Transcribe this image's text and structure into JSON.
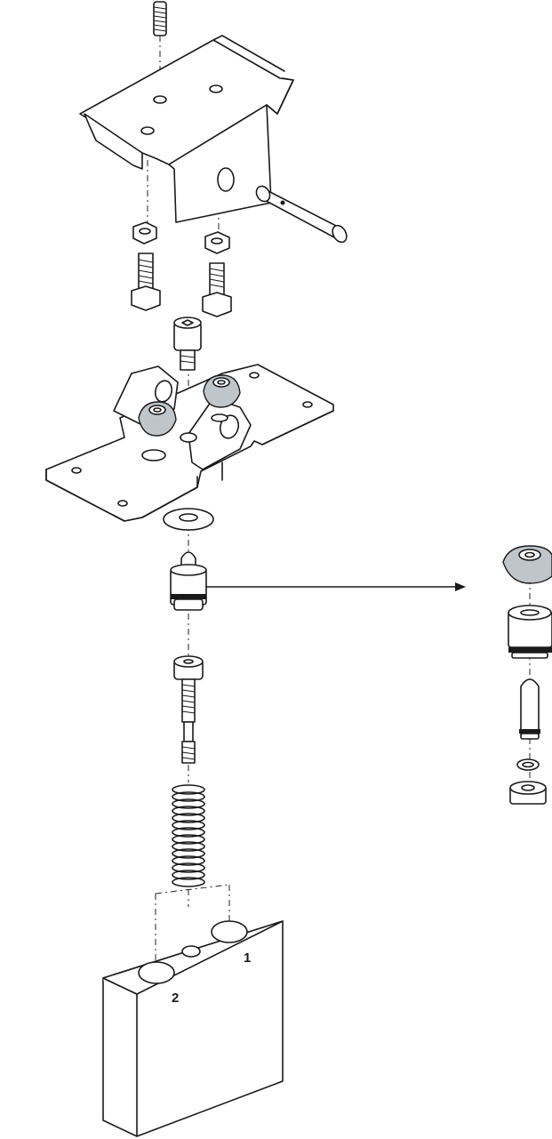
{
  "diagram": {
    "port_labels": [
      {
        "id": "port-1",
        "text": "1"
      },
      {
        "id": "port-2",
        "text": "2"
      }
    ]
  }
}
